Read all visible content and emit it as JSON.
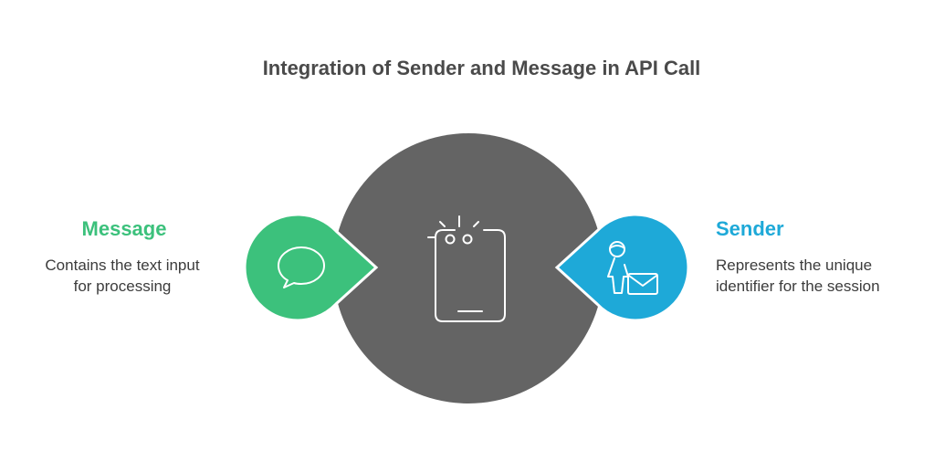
{
  "title": "Integration of Sender and Message in API Call",
  "message": {
    "title": "Message",
    "description_line1": "Contains the text input",
    "description_line2": "for processing",
    "color": "#3cc17c",
    "icon": "speech-bubble-icon"
  },
  "sender": {
    "title": "Sender",
    "description_line1": "Represents the unique",
    "description_line2": "identifier for the session",
    "color": "#1ea9d8",
    "icon": "person-with-envelope-icon"
  },
  "center": {
    "color": "#646464",
    "icon": "device-notification-icon"
  }
}
